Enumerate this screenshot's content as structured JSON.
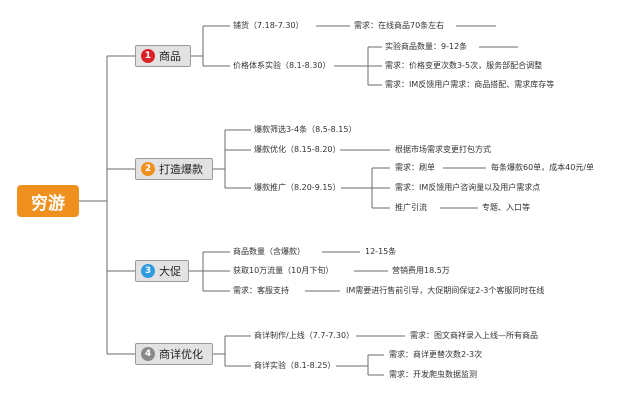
{
  "root": "穷游",
  "colors": {
    "root": "#f0901e",
    "badge1": "#d9232a",
    "badge2": "#f0901e",
    "badge3": "#2e9be0",
    "badge4": "#8a8a8a",
    "line": "#6b6b6b"
  },
  "cats": [
    {
      "num": "1",
      "label": "商品",
      "items": [
        {
          "label": "铺货（7.18-7.30）",
          "details": [
            "需求：在线商品70条左右"
          ]
        },
        {
          "label": "价格体系实验（8.1-8.30）",
          "details": [
            "实验商品数量：9-12条",
            "需求：价格变更次数3-5次，服务部配合调整",
            "需求：IM反馈用户需求：商品搭配、需求库存等"
          ]
        }
      ]
    },
    {
      "num": "2",
      "label": "打造爆款",
      "items": [
        {
          "label": "爆款筛选3-4条（8.5-8.15）",
          "details": []
        },
        {
          "label": "爆款优化（8.15-8.20）",
          "details": [
            "根据市场需求变更打包方式"
          ]
        },
        {
          "label": "爆款推广（8.20-9.15）",
          "details": [
            "需求：刷单",
            "需求：IM反馈用户咨询量以及用户需求点",
            "推广引流"
          ],
          "extras": [
            "每条爆款60单，成本40元/单",
            "专题、入口等"
          ]
        }
      ]
    },
    {
      "num": "3",
      "label": "大促",
      "items": [
        {
          "label": "商品数量（含爆款）",
          "details": [
            "12-15条"
          ]
        },
        {
          "label": "获取10万流量（10月下旬）",
          "details": [
            "营销费用18.5万"
          ]
        },
        {
          "label": "需求：客服支持",
          "details": [
            "IM需要进行售前引导，大促期间保证2-3个客服同时在线"
          ]
        }
      ]
    },
    {
      "num": "4",
      "label": "商详优化",
      "items": [
        {
          "label": "商详制作/上线（7.7-7.30）",
          "details": [
            "需求：图文商祥录入上线—所有商品"
          ]
        },
        {
          "label": "商详实验（8.1-8.25）",
          "details": [
            "需求：商详更替次数2-3次",
            "需求：开发爬虫数据监测"
          ]
        }
      ]
    }
  ]
}
